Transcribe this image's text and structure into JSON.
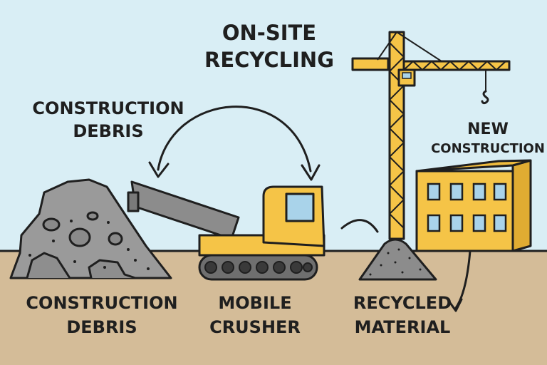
{
  "title": {
    "line1": "ON-SITE",
    "line2": "RECYCLING"
  },
  "top_label": {
    "line1": "CONSTRUCTION",
    "line2": "DEBRIS"
  },
  "new_construction": {
    "line1": "NEW",
    "line2": "CONSTRUCTION"
  },
  "bottom_labels": [
    {
      "line1": "CONSTRUCTION",
      "line2": "DEBRIS"
    },
    {
      "line1": "MOBILE",
      "line2": "CRUSHER"
    },
    {
      "line1": "RECYCLED",
      "line2": "MATERIAL"
    }
  ],
  "colors": {
    "sky": "#d9eef5",
    "ground": "#d4bc98",
    "yellow": "#f5c447",
    "gray": "#8c8c8c",
    "pile": "#9a9a9a",
    "window": "#a9d3ea"
  }
}
